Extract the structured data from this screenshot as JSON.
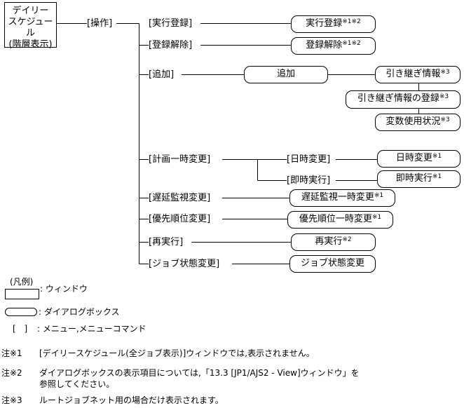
{
  "root_window": {
    "line1": "デイリー",
    "line2": "スケジュール",
    "line3": "(階層表示)"
  },
  "menu": {
    "operation": "[操作]",
    "execute_register": "[実行登録]",
    "cancel_register": "[登録解除]",
    "add": "[追加]",
    "temp_change": "[計画一時変更]",
    "change_date": "[日時変更]",
    "immediate": "[即時実行]",
    "delay_monitor": "[遅延監視変更]",
    "priority": "[優先順位変更]",
    "rerun": "[再実行]",
    "jobstate": "[ジョブ状態変更]"
  },
  "dialogs": {
    "execute_register": {
      "label": "実行登録",
      "mark": "※1※2"
    },
    "cancel_register": {
      "label": "登録解除",
      "mark": "※1※2"
    },
    "add": {
      "label": "追加",
      "mark": ""
    },
    "inherit_info": {
      "label": "引き継ぎ情報",
      "mark": "※3"
    },
    "inherit_register": {
      "label": "引き継ぎ情報の登録",
      "mark": "※3"
    },
    "var_usage": {
      "label": "変数使用状況",
      "mark": "※3"
    },
    "change_date": {
      "label": "日時変更",
      "mark": "※1"
    },
    "immediate": {
      "label": "即時実行",
      "mark": "※1"
    },
    "delay_monitor": {
      "label": "遅延監視一時変更",
      "mark": "※1"
    },
    "priority": {
      "label": "優先順位一時変更",
      "mark": "※1"
    },
    "rerun": {
      "label": "再実行",
      "mark": "※2"
    },
    "jobstate": {
      "label": "ジョブ状態変更",
      "mark": ""
    }
  },
  "legend": {
    "title": "(凡例)",
    "window": ": ウィンドウ",
    "dialog": ": ダイアログボックス",
    "menu_symbol": "[  ]",
    "menu": ": メニュー,メニューコマンド"
  },
  "notes": [
    {
      "mark": "注※1",
      "text": "[デイリースケジュール(全ジョブ表示)]ウィンドウでは,表示されません。",
      "text2": ""
    },
    {
      "mark": "注※2",
      "text": "ダイアログボックスの表示項目については,「13.3  [JP1/AJS2 - View]ウィンドウ」を",
      "text2": "参照してください。"
    },
    {
      "mark": "注※3",
      "text": "ルートジョブネット用の場合だけ表示されます。",
      "text2": ""
    }
  ]
}
